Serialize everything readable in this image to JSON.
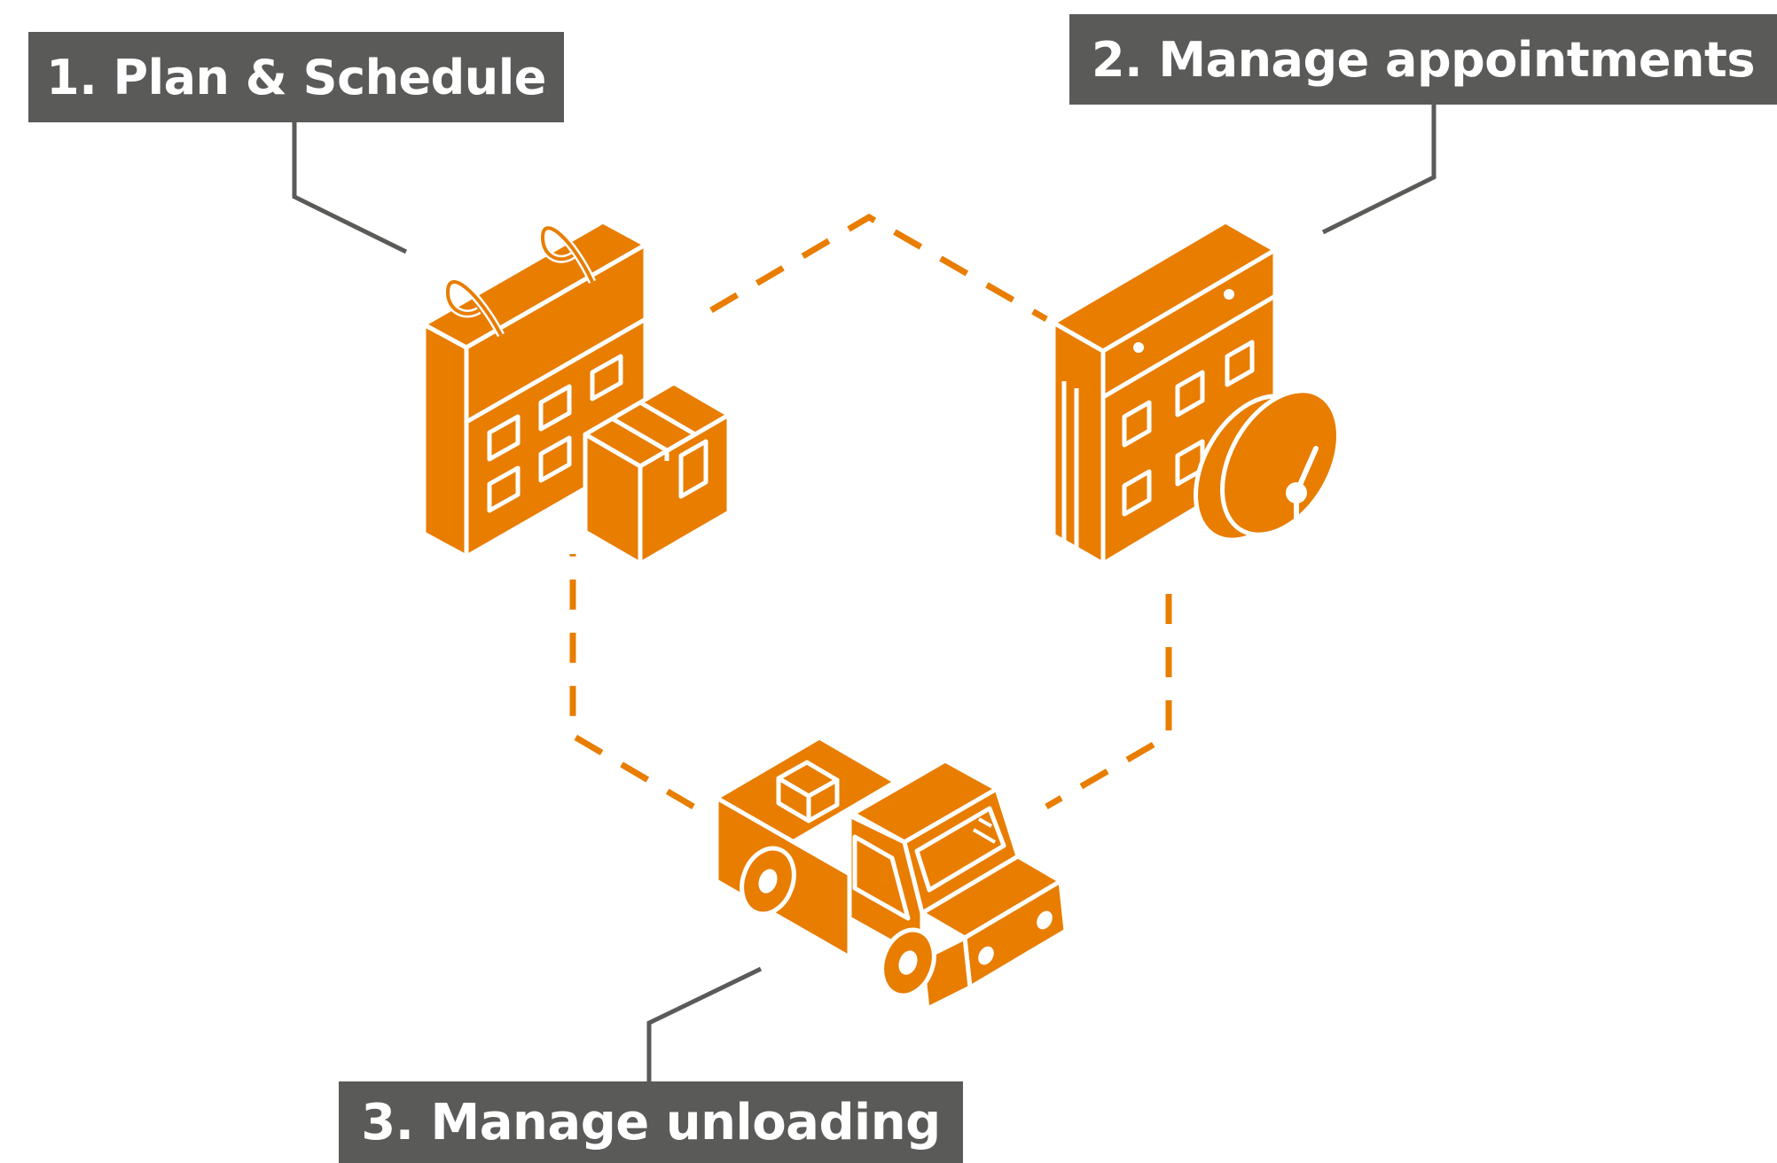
{
  "steps": [
    {
      "label": "1. Plan & Schedule"
    },
    {
      "label": "2. Manage appointments"
    },
    {
      "label": "3. Manage unloading"
    }
  ],
  "icons": [
    "calendar-with-box-icon",
    "calendar-with-clock-icon",
    "delivery-truck-icon"
  ],
  "colors": {
    "accent": "#e87d00",
    "label_bg": "#5a5a58",
    "connector": "#5a5a58",
    "label_text": "#ffffff"
  }
}
